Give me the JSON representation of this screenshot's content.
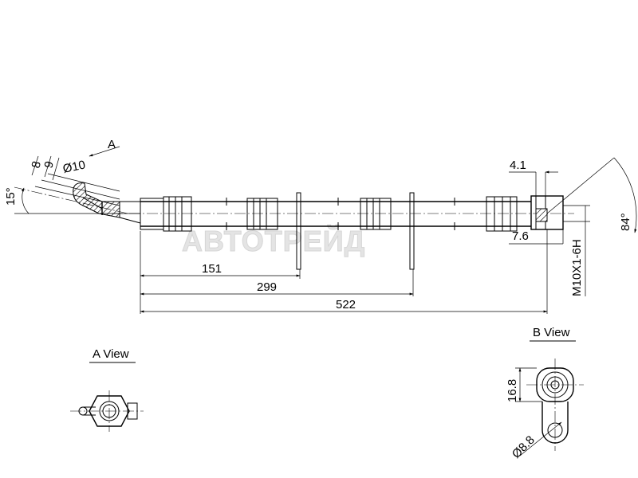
{
  "watermark": "АВТОТРЕЙД",
  "view_markers": {
    "a_arrow": "A"
  },
  "dimensions": {
    "len_151": "151",
    "len_299": "299",
    "len_522": "522",
    "fit_4_1": "4.1",
    "fit_7_6": "7.6",
    "thread": "M10X1-6H",
    "angle_84": "84°",
    "angle_15": "15°",
    "dim_8": "8",
    "dim_9": "9",
    "dia_10": "Ø10"
  },
  "views": {
    "a_title": "A View",
    "b_title": "B View",
    "b_height": "16.8",
    "b_hole": "Ø8.8"
  }
}
